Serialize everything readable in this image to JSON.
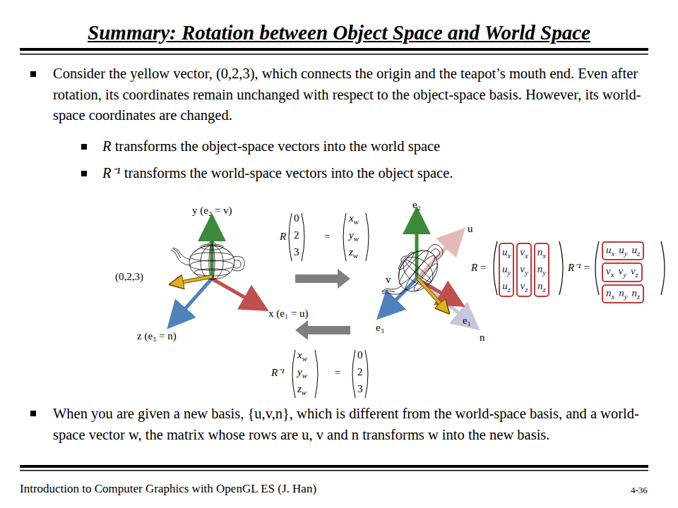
{
  "diagram": {
    "title": "Summary: Rotation between Object Space and World Space",
    "nodes": [
      {
        "text": [
          "ux",
          "uy",
          "uz"
        ]
      },
      {
        "text": [
          "vx",
          "vy",
          "vz"
        ]
      },
      {
        "text": [
          "nx",
          "ny",
          "nz"
        ]
      },
      {
        "text": [
          "ux",
          "uy",
          "uz"
        ]
      },
      {
        "text": [
          "vx",
          "vy",
          "vz"
        ]
      },
      {
        "text": [
          "nx",
          "ny",
          "nz"
        ]
      }
    ],
    "labels": [
      "Consider the yellow vector, (0,2,3), which connects the origin and the teapot’s mouth end. Even after rotation, its coordinates remain unchanged with respect to the object-space basis.  However, its world-space coordinates are changed.",
      "R transforms the object-space vectors into the world space",
      "R⁻¹ transforms the world-space vectors into the object space.",
      "y (e₂ = v)",
      "(0,2,3)",
      "x (e₁ = u)",
      "z (e₃ = n)",
      "R",
      "0",
      "2",
      "3",
      "=",
      "xw",
      "yw",
      "zw",
      "e₂",
      "u",
      "v",
      "e₁",
      "e₃",
      "n",
      "R =",
      "R⁻¹ =",
      "R⁻¹",
      "xw",
      "yw",
      "zw",
      "=",
      "0",
      "2",
      "3",
      "When you are given a new basis, {u,v,n}, which is different from the world-space basis, and a world-space vector w, the matrix whose rows are u, v and n transforms w into the new basis.",
      "Introduction to Computer Graphics with OpenGL ES (J. Han)",
      "4-36"
    ]
  }
}
